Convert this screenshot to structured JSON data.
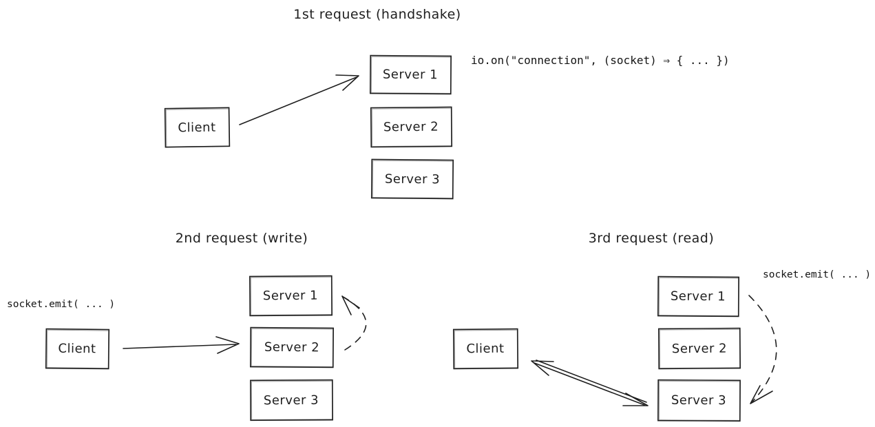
{
  "colors": {
    "stroke": "#1e1e1e",
    "background": "#ffffff"
  },
  "sections": {
    "first": {
      "title": "1st request (handshake)",
      "code": "io.on(\"connection\", (socket) ⇒ { ... })",
      "client": "Client",
      "server1": "Server 1",
      "server2": "Server 2",
      "server3": "Server 3"
    },
    "second": {
      "title": "2nd request (write)",
      "code": "socket.emit( ... )",
      "client": "Client",
      "server1": "Server 1",
      "server2": "Server 2",
      "server3": "Server 3"
    },
    "third": {
      "title": "3rd request (read)",
      "code": "socket.emit( ... )",
      "client": "Client",
      "server1": "Server 1",
      "server2": "Server 2",
      "server3": "Server 3"
    }
  }
}
